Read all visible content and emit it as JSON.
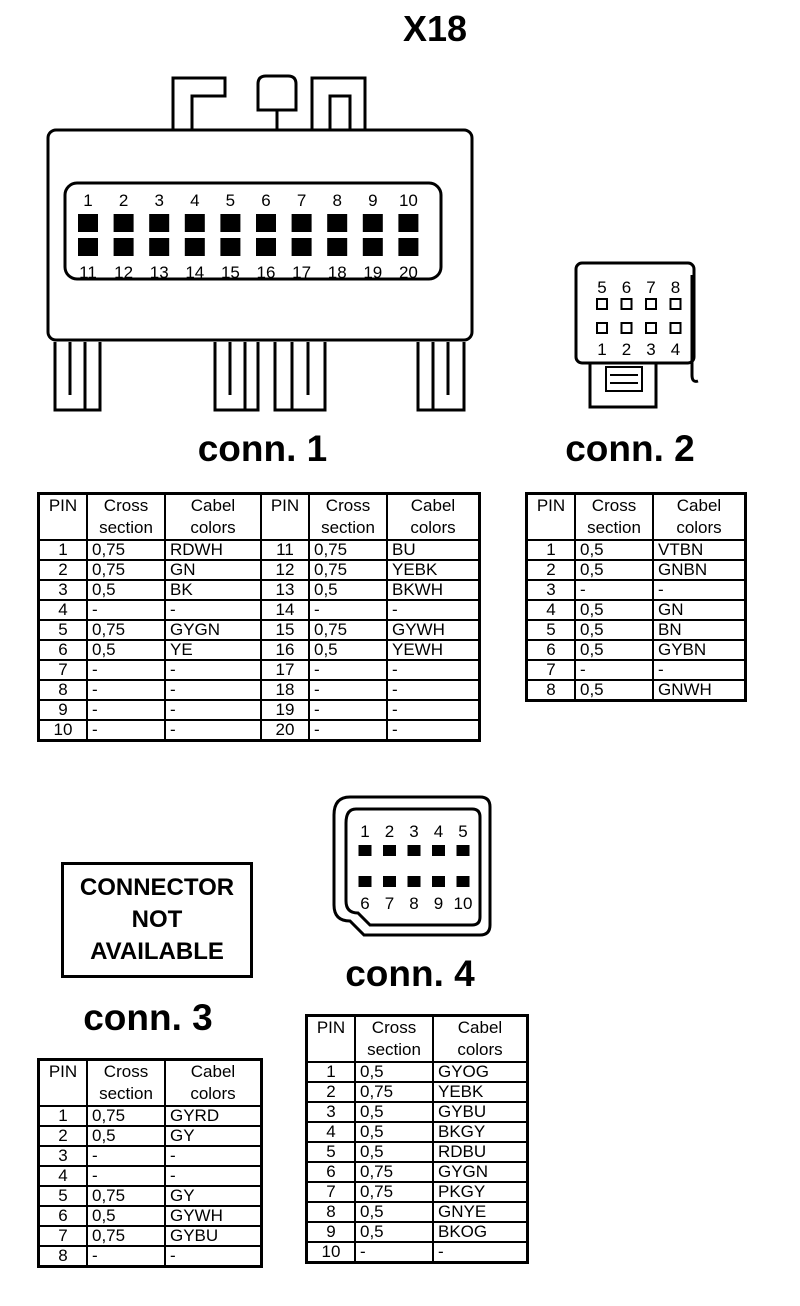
{
  "title": "X18",
  "connectors": {
    "conn1": {
      "label": "conn. 1",
      "top_pins": [
        "1",
        "2",
        "3",
        "4",
        "5",
        "6",
        "7",
        "8",
        "9",
        "10"
      ],
      "bottom_pins": [
        "11",
        "12",
        "13",
        "14",
        "15",
        "16",
        "17",
        "18",
        "19",
        "20"
      ]
    },
    "conn2": {
      "label": "conn. 2",
      "top_pins": [
        "5",
        "6",
        "7",
        "8"
      ],
      "bottom_pins": [
        "1",
        "2",
        "3",
        "4"
      ]
    },
    "conn3": {
      "label": "conn. 3",
      "not_available_lines": [
        "CONNECTOR",
        "NOT",
        "AVAILABLE"
      ]
    },
    "conn4": {
      "label": "conn. 4",
      "top_pins": [
        "1",
        "2",
        "3",
        "4",
        "5"
      ],
      "bottom_pins": [
        "6",
        "7",
        "8",
        "9",
        "10"
      ]
    }
  },
  "headers": {
    "pin": "PIN",
    "cross_line1": "Cross",
    "cross_line2": "section",
    "cabel_line1": "Cabel",
    "cabel_line2": "colors"
  },
  "table1": {
    "rows": [
      {
        "pin": "1",
        "cross": "0,75",
        "color": "RDWH",
        "pin2": "11",
        "cross2": "0,75",
        "color2": "BU"
      },
      {
        "pin": "2",
        "cross": "0,75",
        "color": "GN",
        "pin2": "12",
        "cross2": "0,75",
        "color2": "YEBK"
      },
      {
        "pin": "3",
        "cross": "0,5",
        "color": "BK",
        "pin2": "13",
        "cross2": "0,5",
        "color2": "BKWH"
      },
      {
        "pin": "4",
        "cross": "-",
        "color": "-",
        "pin2": "14",
        "cross2": "-",
        "color2": "-"
      },
      {
        "pin": "5",
        "cross": "0,75",
        "color": "GYGN",
        "pin2": "15",
        "cross2": "0,75",
        "color2": "GYWH"
      },
      {
        "pin": "6",
        "cross": "0,5",
        "color": "YE",
        "pin2": "16",
        "cross2": "0,5",
        "color2": "YEWH"
      },
      {
        "pin": "7",
        "cross": "-",
        "color": "-",
        "pin2": "17",
        "cross2": "-",
        "color2": "-"
      },
      {
        "pin": "8",
        "cross": "-",
        "color": "-",
        "pin2": "18",
        "cross2": "-",
        "color2": "-"
      },
      {
        "pin": "9",
        "cross": "-",
        "color": "-",
        "pin2": "19",
        "cross2": "-",
        "color2": "-"
      },
      {
        "pin": "10",
        "cross": "-",
        "color": "-",
        "pin2": "20",
        "cross2": "-",
        "color2": "-"
      }
    ]
  },
  "table2": {
    "rows": [
      {
        "pin": "1",
        "cross": "0,5",
        "color": "VTBN"
      },
      {
        "pin": "2",
        "cross": "0,5",
        "color": "GNBN"
      },
      {
        "pin": "3",
        "cross": "-",
        "color": "-"
      },
      {
        "pin": "4",
        "cross": "0,5",
        "color": "GN"
      },
      {
        "pin": "5",
        "cross": "0,5",
        "color": "BN"
      },
      {
        "pin": "6",
        "cross": "0,5",
        "color": "GYBN"
      },
      {
        "pin": "7",
        "cross": "-",
        "color": "-"
      },
      {
        "pin": "8",
        "cross": "0,5",
        "color": "GNWH"
      }
    ]
  },
  "table3": {
    "rows": [
      {
        "pin": "1",
        "cross": "0,75",
        "color": "GYRD"
      },
      {
        "pin": "2",
        "cross": "0,5",
        "color": "GY"
      },
      {
        "pin": "3",
        "cross": "-",
        "color": "-"
      },
      {
        "pin": "4",
        "cross": "-",
        "color": "-"
      },
      {
        "pin": "5",
        "cross": "0,75",
        "color": "GY"
      },
      {
        "pin": "6",
        "cross": "0,5",
        "color": "GYWH"
      },
      {
        "pin": "7",
        "cross": "0,75",
        "color": "GYBU"
      },
      {
        "pin": "8",
        "cross": "-",
        "color": "-"
      }
    ]
  },
  "table4": {
    "rows": [
      {
        "pin": "1",
        "cross": "0,5",
        "color": "GYOG"
      },
      {
        "pin": "2",
        "cross": "0,75",
        "color": "YEBK"
      },
      {
        "pin": "3",
        "cross": "0,5",
        "color": "GYBU"
      },
      {
        "pin": "4",
        "cross": "0,5",
        "color": "BKGY"
      },
      {
        "pin": "5",
        "cross": "0,5",
        "color": "RDBU"
      },
      {
        "pin": "6",
        "cross": "0,75",
        "color": "GYGN"
      },
      {
        "pin": "7",
        "cross": "0,75",
        "color": "PKGY"
      },
      {
        "pin": "8",
        "cross": "0,5",
        "color": "GNYE"
      },
      {
        "pin": "9",
        "cross": "0,5",
        "color": "BKOG"
      },
      {
        "pin": "10",
        "cross": "-",
        "color": "-"
      }
    ]
  }
}
